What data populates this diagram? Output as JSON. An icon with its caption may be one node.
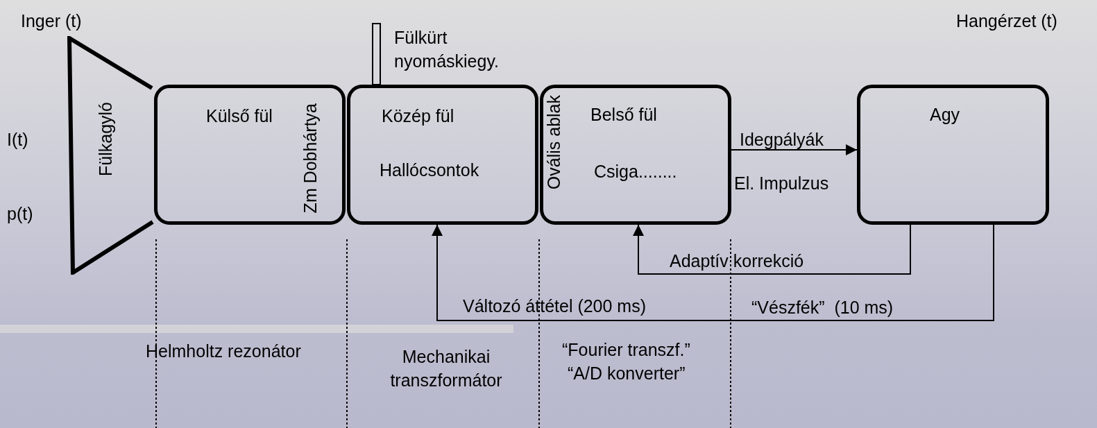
{
  "diagram": {
    "nodes": [
      {
        "text": [
          "Fülkagyló"
        ]
      },
      {
        "text": [
          "Külső fül",
          "Zm Dobhártya"
        ]
      },
      {
        "text": [
          "Közép fül",
          "Hallócsontok"
        ]
      },
      {
        "text": [
          "Ovális ablak",
          "Belső fül",
          "Csiga........"
        ]
      },
      {
        "text": [
          "Agy"
        ]
      }
    ],
    "edges": [
      {
        "from": 3,
        "to": 4,
        "arrow": "to",
        "label": "Idegpályák"
      },
      {
        "from": 4,
        "to": 3,
        "arrow": "to",
        "label": "Adaptív korrekció"
      },
      {
        "from": 4,
        "to": 2,
        "arrow": "to",
        "label": "“Vészfék”  (10 ms)"
      }
    ],
    "labels": [
      "Inger (t)",
      "Hangérzet (t)",
      "I(t)",
      "p(t)",
      "Fülkürt nyomáskiegy.",
      "El. Impulzus",
      "Változó áttétel (200 ms)",
      "Helmholtz rezonátor",
      "Mechanikai transzformátor",
      "“Fourier transzf.”",
      "“A/D konverter”"
    ]
  }
}
